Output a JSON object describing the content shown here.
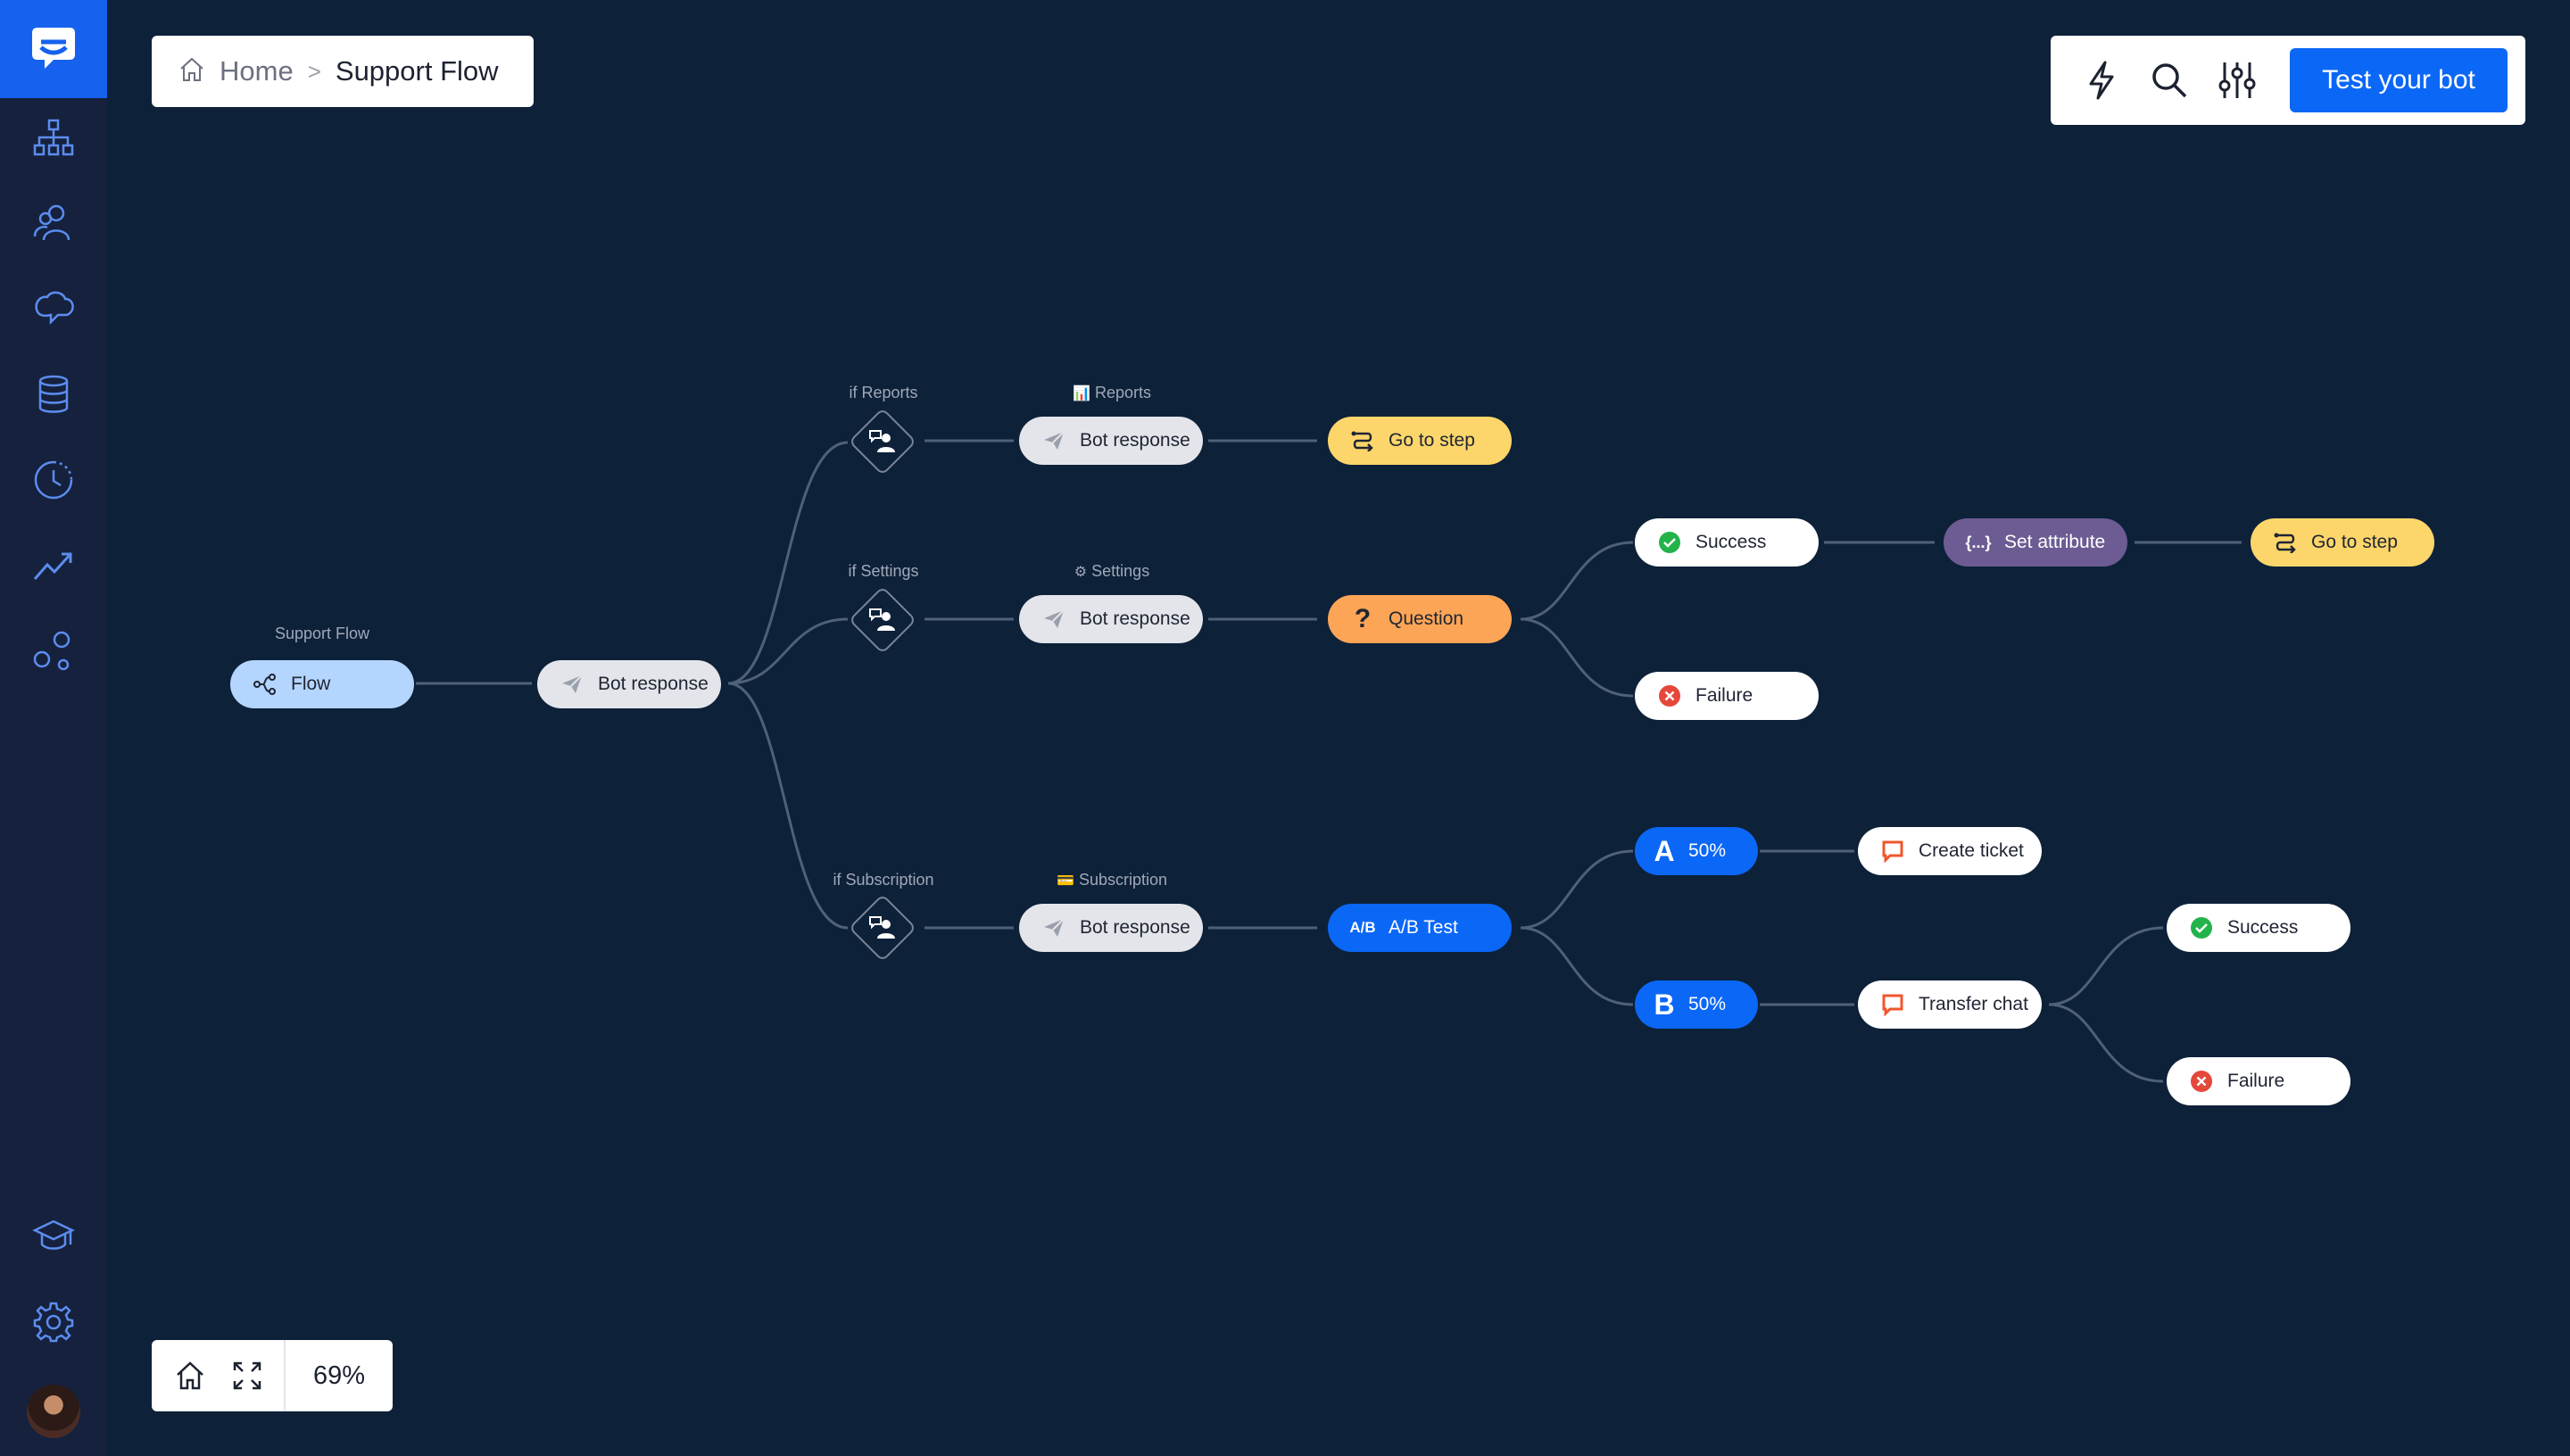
{
  "colors": {
    "background": "#0d2139",
    "sidebar": "#16213d",
    "accent": "#0b67f6",
    "success": "#22b34a",
    "failure": "#e5483b"
  },
  "sidebar": {
    "logo_icon": "chat-bubble-logo-icon",
    "items": [
      {
        "icon": "flow-tree-icon"
      },
      {
        "icon": "users-icon"
      },
      {
        "icon": "chat-cloud-icon"
      },
      {
        "icon": "database-icon"
      },
      {
        "icon": "history-clock-icon"
      },
      {
        "icon": "trending-up-icon"
      },
      {
        "icon": "integrations-icon"
      }
    ],
    "bottom_items": [
      {
        "icon": "graduation-cap-icon"
      },
      {
        "icon": "gear-icon"
      }
    ]
  },
  "breadcrumb": {
    "home": "Home",
    "separator": ">",
    "current": "Support Flow"
  },
  "toolbar": {
    "icons": [
      "lightning-icon",
      "search-icon",
      "sliders-icon"
    ],
    "test_button": "Test your bot"
  },
  "zoom": {
    "home_icon": "home-icon",
    "fit_icon": "expand-icon",
    "level": "69%"
  },
  "flow": {
    "root_caption": "Support Flow",
    "root_label": "Flow",
    "bot_response_label": "Bot response",
    "branches": [
      {
        "condition": "if Reports",
        "response_caption": "Reports",
        "response_emoji": "📊",
        "response_label": "Bot response",
        "next_label": "Go to step"
      },
      {
        "condition": "if Settings",
        "response_caption": "Settings",
        "response_emoji": "⚙",
        "response_label": "Bot response",
        "question_label": "Question",
        "success_label": "Success",
        "set_attribute_label": "Set attribute",
        "goto_label": "Go to step",
        "failure_label": "Failure"
      },
      {
        "condition": "if Subscription",
        "response_caption": "Subscription",
        "response_emoji": "💳",
        "response_label": "Bot response",
        "ab_test_label": "A/B Test",
        "variant_a": {
          "letter": "A",
          "percent": "50%",
          "action": "Create ticket"
        },
        "variant_b": {
          "letter": "B",
          "percent": "50%",
          "action": "Transfer chat"
        },
        "transfer_success": "Success",
        "transfer_failure": "Failure"
      }
    ]
  }
}
